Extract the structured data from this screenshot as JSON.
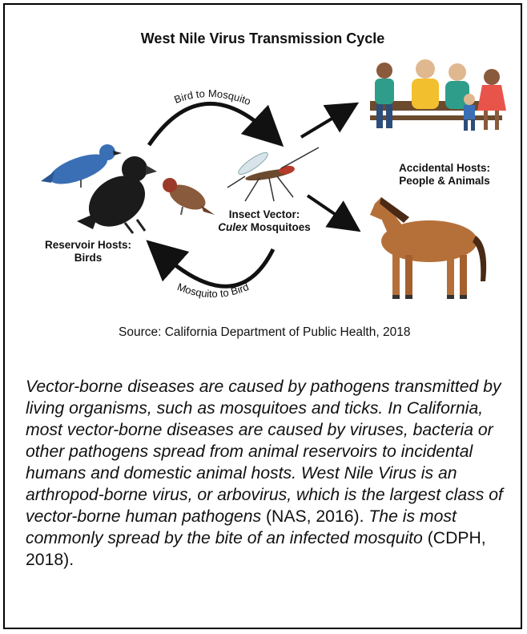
{
  "diagram": {
    "title": "West Nile Virus Transmission Cycle",
    "arc_top_label": "Bird to Mosquito",
    "arc_bottom_label": "Mosquito to Bird",
    "vector_label_line1": "Insect Vector:",
    "vector_label_italic": "Culex",
    "vector_label_rest": " Mosquitoes",
    "reservoir_label_line1": "Reservoir Hosts:",
    "reservoir_label_line2": "Birds",
    "accidental_label_line1": "Accidental Hosts:",
    "accidental_label_line2": "People & Animals"
  },
  "source": "Source: California Department of Public Health, 2018",
  "paragraph": {
    "italic_1": "Vector-borne diseases are caused by pathogens transmitted by living organisms, such as mosquitoes and ticks. In California, most vector-borne diseases are caused by viruses, bacteria or other pathogens spread from animal reservoirs to incidental humans and domestic animal hosts. West Nile Virus is an arthropod-borne virus, or arbovirus, which is the largest class of vector-borne human pathogens",
    "citation_1": " (NAS, 2016). ",
    "italic_2": "The is most commonly spread by the bite of an infected mosquito",
    "citation_2": " (CDPH, 2018)."
  },
  "colors": {
    "bluebird": "#3a6fb5",
    "crow": "#1b1b1b",
    "sparrow": "#8a5a3c",
    "horse": "#b5703a",
    "mane": "#4a2a14",
    "mosquito": "#6b4a2e"
  }
}
